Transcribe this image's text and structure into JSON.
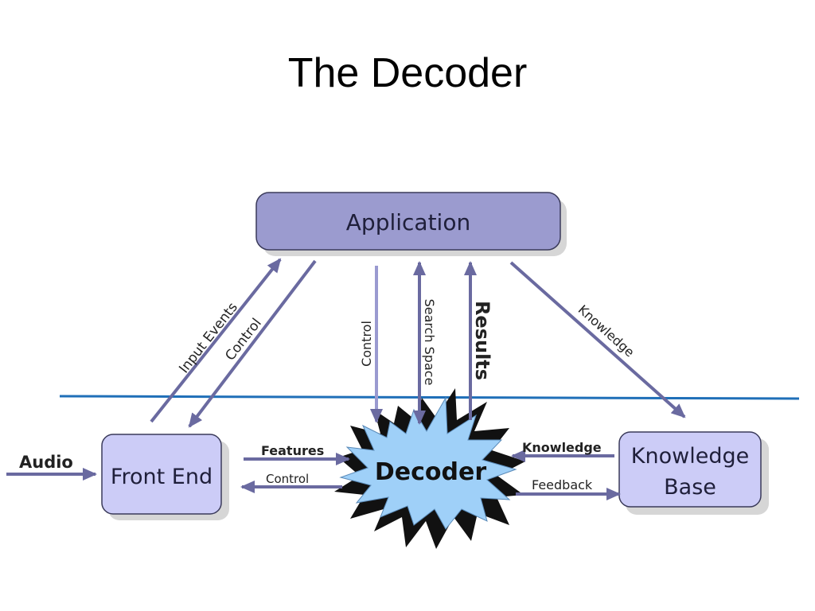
{
  "title": "The Decoder",
  "nodes": {
    "application": "Application",
    "front_end": "Front End",
    "decoder": "Decoder",
    "knowledge_base_line1": "Knowledge",
    "knowledge_base_line2": "Base"
  },
  "edges": {
    "input_events": "Input Events",
    "control_app_to_front": "Control",
    "control_app_to_decoder": "Control",
    "search_space": "Search Space",
    "results": "Results",
    "knowledge_app_to_kb": "Knowledge",
    "audio": "Audio",
    "features": "Features",
    "control_decoder_to_front": "Control",
    "knowledge_kb_to_decoder": "Knowledge",
    "feedback": "Feedback"
  },
  "colors": {
    "box_app": "#9b9bcf",
    "box_light": "#ccccf7",
    "arrow": "#6a6aa0",
    "arrow_light": "#9a9ad0",
    "burst": "#9fd0f8",
    "divider": "#1f6fb8"
  }
}
